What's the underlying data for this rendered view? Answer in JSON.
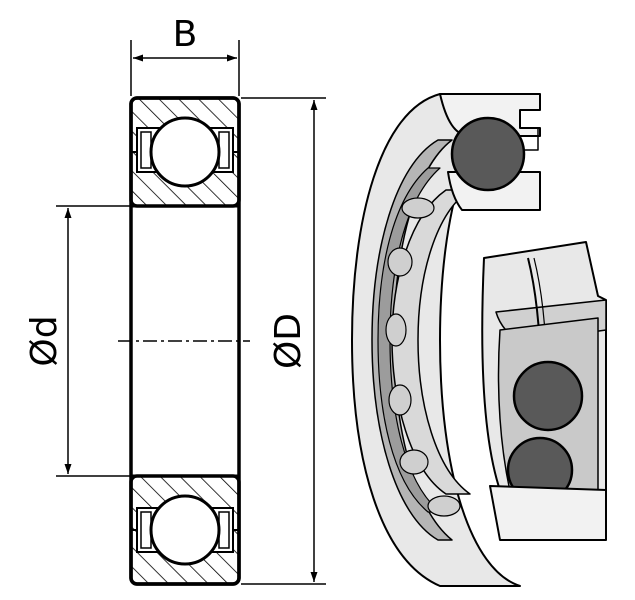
{
  "labels": {
    "width": "B",
    "inner_diameter": "Ød",
    "outer_diameter": "ØD"
  },
  "colors": {
    "line": "#000000",
    "ball": "#595959",
    "ring_light": "#e6e6e6",
    "ring_mid": "#cfcfcf",
    "ring_dark": "#a8a8a8",
    "background": "#ffffff"
  }
}
